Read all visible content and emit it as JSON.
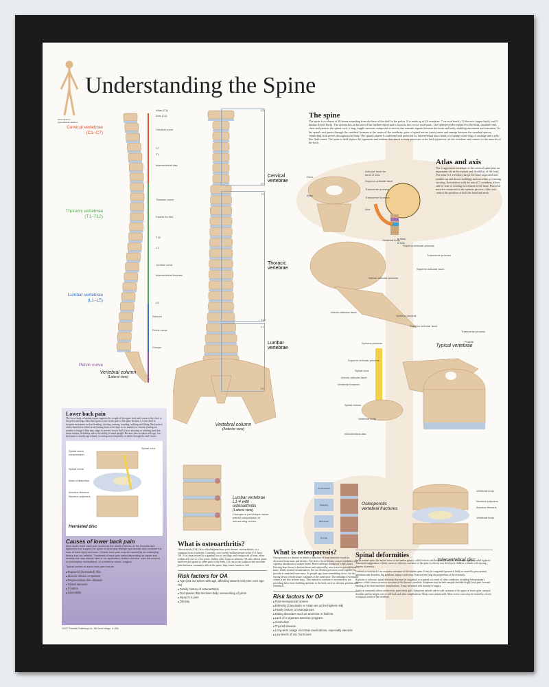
{
  "title": "Understanding the Spine",
  "skeleton_legend": [
    "Axial skeleton",
    "Appendicular skeleton"
  ],
  "lateral": {
    "regions": [
      {
        "label": "Cervical vertebrae\n(C1–C7)",
        "color": "#d9502b"
      },
      {
        "label": "Thoracic vertebrae\n(T1–T12)",
        "color": "#4aa84a"
      },
      {
        "label": "Lumbar vertebrae\n(L1–L5)",
        "color": "#2f6fc0"
      },
      {
        "label": "Pelvic curve",
        "color": "#8a4fa0"
      }
    ],
    "labels": [
      "Atlas (C1)",
      "Axis (C2)",
      "Cervical curve",
      "C7",
      "T1",
      "Intervertebral disc",
      "Thoracic curve",
      "Facets for ribs",
      "T12",
      "L1",
      "Lumbar curve",
      "Intervertebral foramen",
      "L5",
      "Sacrum",
      "Pelvic curve",
      "Coccyx"
    ],
    "caption": "Vertebral column",
    "caption_sub": "(Lateral view)"
  },
  "anterior": {
    "labels": [
      "C1",
      "C7",
      "T1",
      "T12",
      "L1",
      "L5"
    ],
    "regions": [
      "Cervical vertebrae",
      "Thoracic vertebrae",
      "Lumbar vertebrae"
    ],
    "caption": "Vertebral column",
    "caption_sub": "(Anterior view)"
  },
  "spine": {
    "heading": "The spine",
    "text": "The spine is a column of 26 bones extending from the base of the skull to the pelvis. It is made up of 24 vertebrae: 7 cervical (neck), 12 thoracic (upper back), and 5 lumbar (lower back). The sacrum lies at the base of the lumbar region and is fused to the coccyx (tail bone). The spine provides support for the head, shoulders and chest and protects the spinal cord, a long, fragile structure composed of nerves that transmit signals between the brain and body, enabling movement and sensation. As the spinal cord passes through the vertebral foramen at the center of the vertebrae, pairs of spinal nerves (roots) enter and emerge between the vertebral spaces, connecting with nerves throughout the body. The spinal column is cushioned and protected by intervertebral discs made of a spongy outer ring of cartilage and a jelly-like fluid center. The spine is held in place by ligaments and tendons that attach to bony processes at the back (posterior) of the vertebrae and connect to the muscles of the back."
  },
  "atlas": {
    "heading": "Atlas and axis",
    "text": "The 2 uppermost vertebrae of the cervical spine play an important role in the motion and flexibility of the head. The atlas (C1 vertebra), keeps the head supported and enables up and down (nodding) motion while preventing twisting. Articulation with the axis (C2 vertebra) allows side-to-side or rotating movement of the head. Powerful muscles connected to the spinous process of the axis control the position of both the head and neck.",
    "labels": [
      "Dens",
      "Atlas",
      "Articular facet for dens of axis",
      "Superior articular facet",
      "Transverse process",
      "Transverse foramen",
      "Axis"
    ],
    "legend": [
      {
        "label": "Atlas",
        "color": "#a070b0"
      },
      {
        "label": "Axis",
        "color": "#3a9fd0"
      }
    ]
  },
  "typical": {
    "caption": "Typical vertebrae",
    "labels": [
      "Vertebral body",
      "Superior articular process",
      "Transverse process",
      "Superior articular facet",
      "Inferior articular process",
      "Spinous process",
      "Inferior articular facet",
      "Superior articular facet",
      "Transverse process",
      "Spinous process",
      "Superior articular process",
      "Pedicle",
      "Spinal cord",
      "Inferior articular facet",
      "Vertebral foramen",
      "Vertebral body",
      "Spinal nerves",
      "Intervertebral disc"
    ]
  },
  "disc": {
    "caption": "Intervertebral disc",
    "labels": [
      "Vertebral body",
      "Nucleus pulposus",
      "Annulus fibrosus",
      "Vertebral body"
    ]
  },
  "lower_back": {
    "heading": "Lower back pain",
    "text": "The lower back or lumbar region supports the weight of the upper body and connects the chest to the pelvis and legs. Most back pain occurs in this part of the spine because it is involved in frequent movement such as bending, twisting, running, standing, walking and lifting. Back pain is often classified as either acute (lasting from a few days to six months) or chronic (lasting six months or longer). Pain may range in severity from a dull ache to shooting or stabbing pain that limits motion, flexibility and/or the ability to stand upright. Because discs weaken with age, low back pain is usually age related, occurring most frequently in adults through the mid-sixties.",
    "labels": [
      "Spinal nerve compression",
      "Spinal nerve",
      "Area of distortion",
      "Annulus fibrosus",
      "Nucleus pulposus",
      "Spinal cord"
    ],
    "caption": "Herniated disc"
  },
  "causes": {
    "heading": "Causes of lower back pain",
    "text": "Most acute lower back pain occurs as the result of stress on the muscles and ligaments that support the spine. A sedentary lifestyle and obesity also increase the risks of back injury and pain. Chronic back pain may be caused by an underlying illness such as arthritis. Treatment of back pain varies depending on cause and severity but may include heat or ice application, limited exercise, over-the-counter or prescription medications, or in extreme cases, surgery.",
    "intro": "Typical causes of acute back pain include:",
    "items": [
      "Ruptured (herniated) disc",
      "Muscle strains or sprains",
      "Degenerative disc disease",
      "Spinal stenosis",
      "Sciatica",
      "Sacroiliitis"
    ]
  },
  "copyright": "©2017 Scientific Publishing Ltd., Elk Grove Village, IL USA",
  "oa_fig": {
    "caption": "Lumbar vertebrae L1-4 with osteoarthritis",
    "caption_sub": "(Lateral view)",
    "note": "Changes in joint shape cause painful compression of surrounding nerves"
  },
  "op_fig": {
    "grades": [
      "Compression",
      "Wedging",
      "Biconcave",
      "Normal"
    ],
    "caption": "Osteoporotic vertebral fractures"
  },
  "oa": {
    "heading": "What is osteoarthritis?",
    "text": "Osteoarthritis (OA), also called degenerative joint disease, osteoarthrosis, is a common form of arthritis. Currently, over twenty million people in the U.S. have OA. It is characterized by a gradual loss of cartilage and overgrowth of bone, often within only one or a few joints. Unlike other forms of arthritis, OA only affects joints and does not spread to other parts of the body. OA can occur in almost any movable joint but most commonly affects the spine, hips, knees, hands or feet.",
    "risk_heading": "Risk factors for OA",
    "risks": [
      "Age (risk increases with age, affecting almost everyone over age 75)",
      "Family history of osteoarthritis",
      "Occupation that involves daily overworking of joints",
      "Injury to a joint",
      "Obesity"
    ]
  },
  "op": {
    "heading": "What is osteoporosis?",
    "text": "Osteoporosis is a disease in which a reduction of bone minerals results in decreased bone mass and density. The lack of bone density causes instability and a greater likelihood of broken bones. Bones undergo change on a daily basis. Existing bone tissue is broken down and replaced by new tissue to provide bone mass. Under normal circumstances, the two distinct processes work together to provide a consistent bone mass. As people age, bone remodeling slows, but the tearing down of bone tissue continues at the same pace. The imbalance eventually creates a net loss in bone mass. This natural occurrence is worsened by not providing basic bone-building nutrients to the body such as calcium, proteins and vitamin D.",
    "risk_heading": "Risk factors for OP",
    "risks": [
      "Post-menopausal women",
      "Ethnicity (Caucasian or Asian are at the highest risk)",
      "Family history of osteoporosis",
      "Eating disorders such as anorexia or bulimia",
      "Lack of a vigorous exercise program",
      "Alcoholism",
      "Thyroid disease",
      "Long-term usage of certain medications, especially steroids",
      "Low levels of sex hormones"
    ]
  },
  "deform": {
    "heading": "Spinal deformities",
    "paras": [
      "In the normal spine, the inward curve of the lumbar spine is called lordotic and the outward curve of the thoracic spine is called kyphotic. Abnormal exaggeration of these curves or sideways curvature of the spine (scoliosis) may develop in children or adults with varying degrees of severity.",
      "Lordosis or swayback is an excessive curvature of the lumbar spine. It may be congenital (present at birth) or caused by poor posture, neuromuscular disorders, hip problems, injury or infection. Exercise may stop the progression of the deformity.",
      "Kyphosis is a thoracic spinal deformity that may be congenital or acquired as a result of other conditions, including Scheuermann's disease, which causes excessive curvature of the thoracic vertebrae. Symptoms may include unequal shoulder height, back pain, forward bending of the head and other complications. It may be treated with bracing or surgery.",
      "Scoliosis commonly affects adolescents, particularly girls. Symptoms include side-to-side curvature of the upper or lower spine, unequal shoulder and hip height, sore or stiff back and other complications. Many cases remain mild. More severe cases may be treated by a brace or surgical fusion of the vertebrae."
    ]
  }
}
